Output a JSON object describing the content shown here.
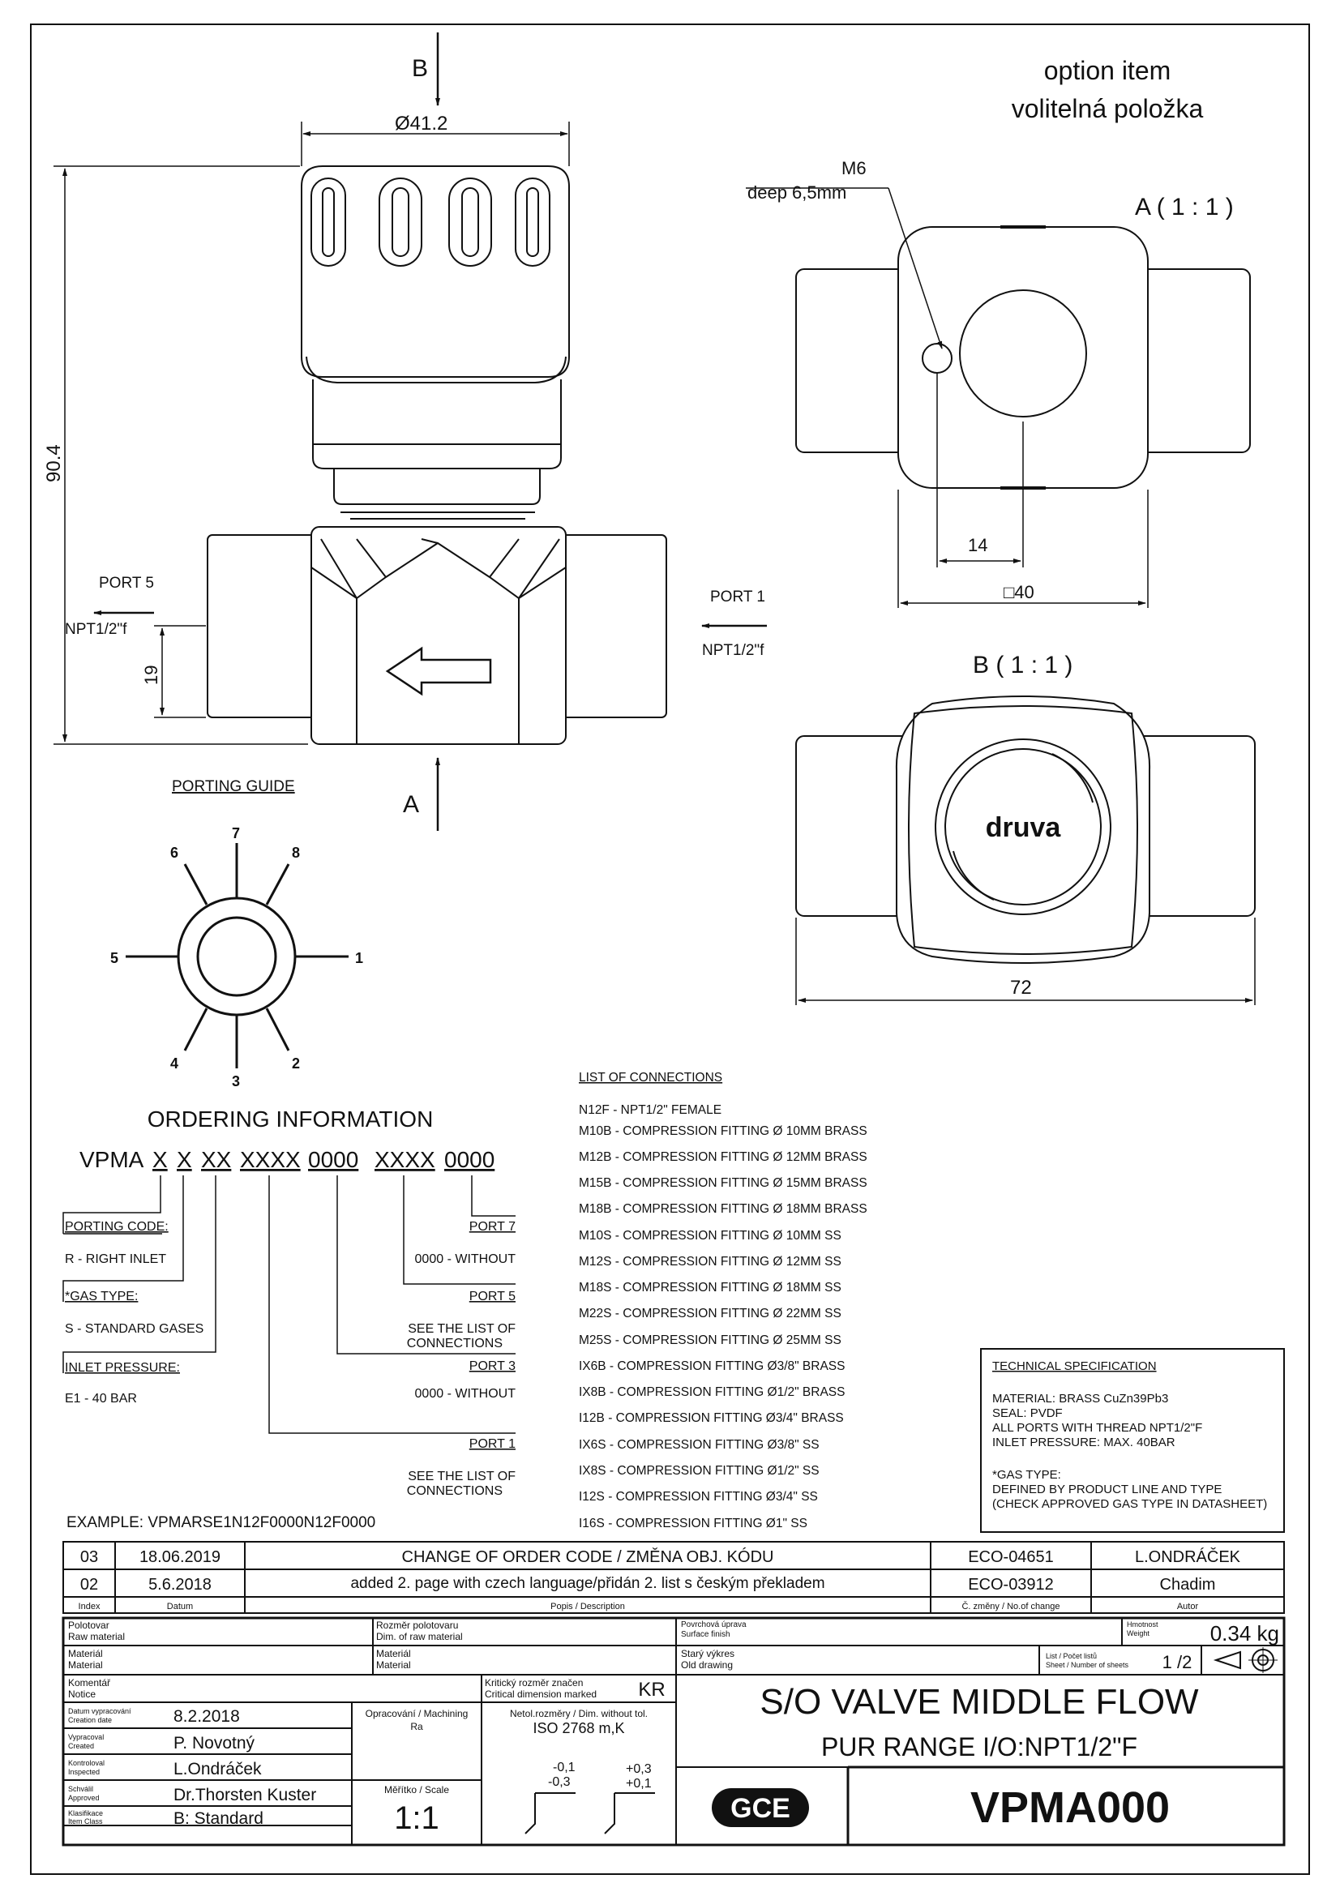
{
  "header": {
    "option_line1": "option item",
    "option_line2": "volitelná položka",
    "view_b_marker": "B",
    "view_a_marker": "A",
    "view_a_title": "A ( 1 : 1 )",
    "view_b_title": "B ( 1 : 1 )"
  },
  "dimensions": {
    "diameter": "Ø41.2",
    "height": "90.4",
    "port_offset": "19",
    "m6": "M6",
    "m6_depth": "deep 6,5mm",
    "hole_offset": "14",
    "square": "□40",
    "width": "72"
  },
  "ports": {
    "port5_label": "PORT 5",
    "port5_thread": "NPT1/2\"f",
    "port1_label": "PORT 1",
    "port1_thread": "NPT1/2\"f"
  },
  "logo": {
    "brand": "druva",
    "mark": "GCE"
  },
  "porting_guide": {
    "title": "PORTING GUIDE",
    "numbers": [
      "1",
      "2",
      "3",
      "4",
      "5",
      "6",
      "7",
      "8"
    ]
  },
  "ordering": {
    "title": "ORDERING INFORMATION",
    "code_prefix": "VPMA",
    "code_segments": [
      "X",
      "X",
      "XX",
      "XXXX",
      "0000",
      "XXXX",
      "0000"
    ],
    "porting_code_label": "PORTING CODE:",
    "porting_code_value": "R - RIGHT INLET",
    "gas_type_label": "*GAS TYPE:",
    "gas_type_value": "S - STANDARD GASES",
    "inlet_pressure_label": "INLET PRESSURE:",
    "inlet_pressure_value": "E1 - 40 BAR",
    "port7_label": "PORT 7",
    "port7_value": "0000 - WITHOUT",
    "port5_label": "PORT 5",
    "port5_value_1": "SEE THE LIST OF",
    "port5_value_2": "CONNECTIONS",
    "port3_label": "PORT 3",
    "port3_value": "0000 - WITHOUT",
    "port1_label": "PORT 1",
    "port1_value_1": "SEE THE LIST OF",
    "port1_value_2": "CONNECTIONS",
    "example": "EXAMPLE: VPMARSE1N12F0000N12F0000"
  },
  "connections": {
    "title": "LIST OF CONNECTIONS",
    "items": [
      "N12F - NPT1/2\" FEMALE",
      "M10B - COMPRESSION FITTING Ø 10MM BRASS",
      "M12B - COMPRESSION FITTING Ø 12MM BRASS",
      "M15B - COMPRESSION FITTING Ø 15MM BRASS",
      "M18B - COMPRESSION FITTING Ø 18MM BRASS",
      "M10S - COMPRESSION FITTING Ø 10MM SS",
      "M12S - COMPRESSION FITTING Ø 12MM SS",
      "M18S - COMPRESSION FITTING Ø 18MM SS",
      "M22S - COMPRESSION FITTING Ø 22MM SS",
      "M25S - COMPRESSION FITTING Ø 25MM SS",
      "IX6B - COMPRESSION FITTING Ø3/8\" BRASS",
      "IX8B - COMPRESSION FITTING Ø1/2\" BRASS",
      "I12B - COMPRESSION FITTING Ø3/4\" BRASS",
      "IX6S - COMPRESSION FITTING Ø3/8\" SS",
      "IX8S - COMPRESSION FITTING Ø1/2\" SS",
      "I12S - COMPRESSION FITTING Ø3/4\" SS",
      "I16S - COMPRESSION FITTING Ø1\" SS"
    ]
  },
  "tech_spec": {
    "title": "TECHNICAL SPECIFICATION",
    "lines": [
      "MATERIAL: BRASS CuZn39Pb3",
      "SEAL: PVDF",
      "ALL PORTS WITH THREAD NPT1/2\"F",
      "INLET PRESSURE: MAX. 40BAR",
      "",
      "*GAS TYPE:",
      "DEFINED BY PRODUCT LINE AND TYPE",
      "(CHECK APPROVED GAS TYPE IN DATASHEET)"
    ]
  },
  "revisions": {
    "rows": [
      {
        "index": "03",
        "date": "18.06.2019",
        "description": "CHANGE OF ORDER CODE / ZMĚNA OBJ. KÓDU",
        "change": "ECO-04651",
        "author": "L.ONDRÁČEK"
      },
      {
        "index": "02",
        "date": "5.6.2018",
        "description": "added 2. page with czech language/přidán 2. list s českým překladem",
        "change": "ECO-03912",
        "author": "Chadim"
      }
    ],
    "headers": {
      "index": "Index",
      "date": "Datum",
      "description": "Popis / Description",
      "change": "Č. změny / No.of change",
      "author": "Autor"
    }
  },
  "title_block": {
    "raw_material_label_cz": "Polotovar",
    "raw_material_label_en": "Raw material",
    "dim_raw_label_cz": "Rozměr polotovaru",
    "dim_raw_label_en": "Dim. of raw material",
    "surface_label_cz": "Povrchová úprava",
    "surface_label_en": "Surface finish",
    "weight_label_cz": "Hmotnost",
    "weight_label_en": "Weight",
    "weight": "0.34 kg",
    "material_label_cz": "Materiál",
    "material_label_en": "Material",
    "material2_label_cz": "Materiál",
    "material2_label_en": "Material",
    "old_drawing_label_cz": "Starý výkres",
    "old_drawing_label_en": "Old drawing",
    "sheet_label_cz": "List / Počet listů",
    "sheet_label_en": "Sheet / Number of sheets",
    "sheet": "1 /2",
    "notice_label_cz": "Komentář",
    "notice_label_en": "Notice",
    "critical_label_cz": "Kritický rozměr značen",
    "critical_label_en": "Critical dimension marked",
    "critical_value": "KR",
    "title_line1": "S/O VALVE MIDDLE FLOW",
    "title_line2": "PUR RANGE I/O:NPT1/2\"F",
    "created_label_cz": "Datum vypracování",
    "created_label_en": "Creation date",
    "created": "8.2.2018",
    "machining_label": "Opracování / Machining",
    "ra_label": "Ra",
    "tolerance_label": "Netol.rozměry / Dim. without tol.",
    "tolerance_value": "ISO 2768 m,K",
    "author_label_cz": "Vypracoval",
    "author_label_en": "Created",
    "author": "P. Novotný",
    "inspected_label_cz": "Kontroloval",
    "inspected_label_en": "Inspected",
    "inspected": "L.Ondráček",
    "approved_label_cz": "Schválil",
    "approved_label_en": "Approved",
    "approved": "Dr.Thorsten Kuster",
    "class_label_cz": "Klasifikace",
    "class_label_en": "Item Class",
    "item_class": "B: Standard",
    "scale_label": "Měřítko / Scale",
    "scale": "1:1",
    "tol_a1": "-0,1",
    "tol_a2": "-0,3",
    "tol_b1": "+0,3",
    "tol_b2": "+0,1",
    "company_mark": "GCE",
    "drawing_number": "VPMA000"
  }
}
